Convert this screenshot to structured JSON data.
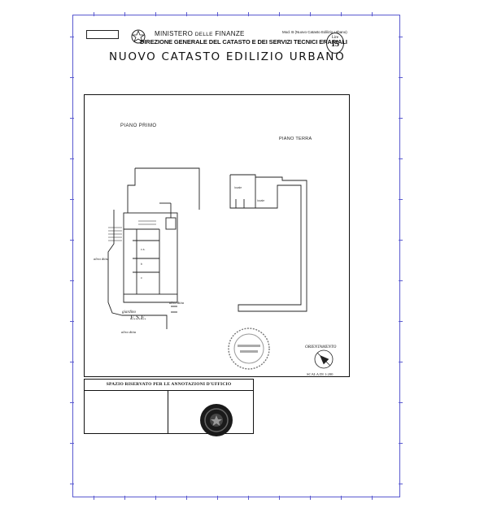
{
  "header": {
    "ministry_line1": "MINISTERO",
    "ministry_line1_small": "DELLE",
    "ministry_line1_end": "FINANZE",
    "direzione": "DIREZIONE GENERALE DEL CATASTO E DEI SERVIZI TECNICI ERARIALI",
    "title": "NUOVO CATASTO EDILIZIO URBANO",
    "model_ref": "Mod. B (Nuovo Catasto Edilizio Urbano)",
    "lire_label": "Lire",
    "lire_amount": "15"
  },
  "plan": {
    "label_primo": "PIANO PRIMO",
    "label_terra": "PIANO TERRA",
    "orientamento": "ORIENTAMENTO",
    "scala": "SCALA DI 1:200",
    "hand_giardino": "giardino",
    "hand_esterno": "E.S.E.",
    "hand_altra1": "altra ditta",
    "hand_altra2": "altra ditta",
    "hand_altra3": "altra ditta"
  },
  "annotations": {
    "title": "SPAZIO RISERVATO PER LE ANNOTAZIONI D'UFFICIO"
  },
  "colors": {
    "frame": "#5a5ad0",
    "ink": "#111111"
  }
}
